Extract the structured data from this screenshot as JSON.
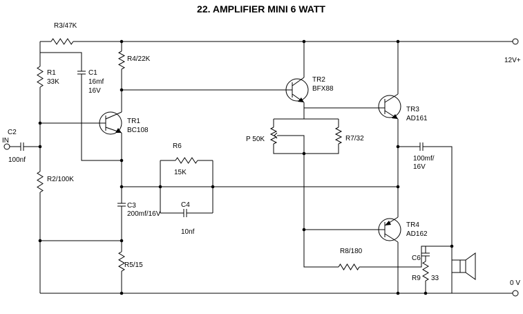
{
  "title": "22. AMPLIFIER MINI 6 WATT",
  "components": {
    "r3": "R3/47K",
    "r1_name": "R1",
    "r1_val": "33K",
    "c1_name": "C1",
    "c1_val": "16mf",
    "c1_volt": "16V",
    "r4": "R4/22K",
    "tr1_name": "TR1",
    "tr1_type": "BC108",
    "c2_name": "C2",
    "input": "IN",
    "c2_val": "100nf",
    "r2": "R2/100K",
    "r6_name": "R6",
    "r6_val": "15K",
    "c3_name": "C3",
    "c3_val": "200mf/16V",
    "c4_name": "C4",
    "c4_val": "10nf",
    "r5": "R5/15",
    "tr2_name": "TR2",
    "tr2_type": "BFX88",
    "p_name": "P 50K",
    "r7": "R7/32",
    "tr3_name": "TR3",
    "tr3_type": "AD161",
    "c5_val": "100mf/",
    "c5_volt": "16V",
    "tr4_name": "TR4",
    "tr4_type": "AD162",
    "r8": "R8/180",
    "c6_name": "C6",
    "r9_name": "R9",
    "r9_val": "33"
  },
  "supply": {
    "positive": "12V+",
    "ground": "0 V"
  }
}
